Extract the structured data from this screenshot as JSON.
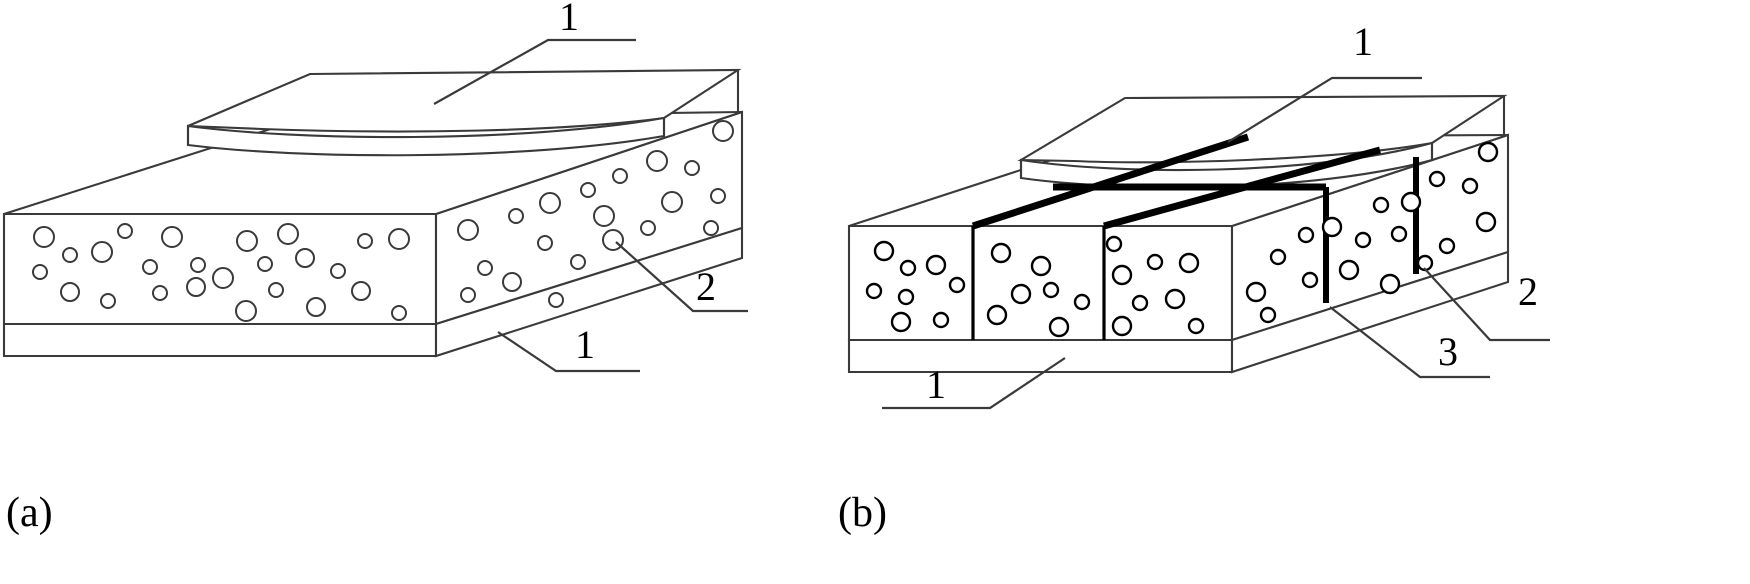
{
  "figure": {
    "title": "Composite layered structure with embedded particles",
    "type": "patent-line-drawing",
    "background_color": "#ffffff",
    "line_color": "#3a3a3a",
    "heavy_line_color": "#000000",
    "panels": [
      {
        "id": "a",
        "caption": "(a)",
        "description": "Continuous (un-segmented) composite block with curved top plate",
        "callouts": [
          {
            "id": "a-top-1",
            "label": "1",
            "target": "curved top plate (upper surface)"
          },
          {
            "id": "a-front-2",
            "label": "2",
            "target": "embedded particle in front face"
          },
          {
            "id": "a-bottom-1",
            "label": "1",
            "target": "lower substrate layer"
          }
        ]
      },
      {
        "id": "b",
        "caption": "(b)",
        "description": "Segmented composite block; body divided into blocks by grooves, with curved top plate",
        "callouts": [
          {
            "id": "b-top-1",
            "label": "1",
            "target": "curved top plate (upper surface)"
          },
          {
            "id": "b-right-2",
            "label": "2",
            "target": "embedded particle in side face"
          },
          {
            "id": "b-groove-3",
            "label": "3",
            "target": "groove / dividing cut between blocks"
          },
          {
            "id": "b-bottom-1",
            "label": "1",
            "target": "lower substrate layer"
          }
        ]
      }
    ],
    "captions": {
      "a": "(a)",
      "b": "(b)"
    },
    "callout_labels": {
      "a_top": "1",
      "a_particle": "2",
      "a_base": "1",
      "b_top": "1",
      "b_particle": "2",
      "b_groove": "3",
      "b_base": "1"
    }
  }
}
